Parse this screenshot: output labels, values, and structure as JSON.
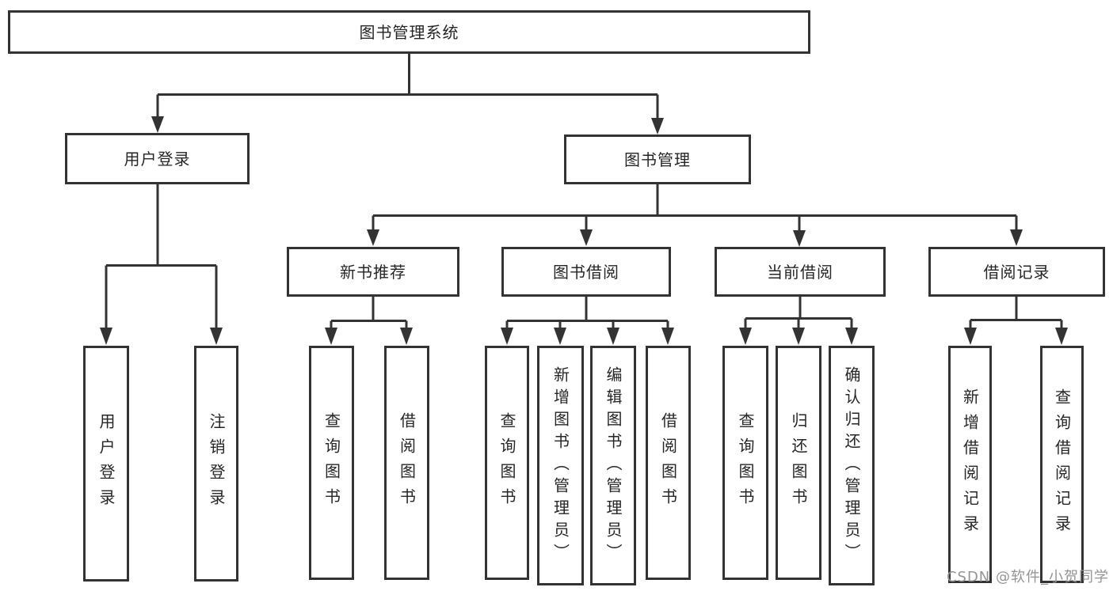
{
  "diagram": {
    "type": "hierarchy",
    "tree": {
      "root": {
        "label": "图书管理系统",
        "children": [
          {
            "label": "用户登录",
            "children": [
              {
                "label": "用户登录"
              },
              {
                "label": "注销登录"
              }
            ]
          },
          {
            "label": "图书管理",
            "children": [
              {
                "label": "新书推荐",
                "children": [
                  {
                    "label": "查询图书"
                  },
                  {
                    "label": "借阅图书"
                  }
                ]
              },
              {
                "label": "图书借阅",
                "children": [
                  {
                    "label": "查询图书"
                  },
                  {
                    "label": "新增图书（管理员）"
                  },
                  {
                    "label": "编辑图书（管理员）"
                  },
                  {
                    "label": "借阅图书"
                  }
                ]
              },
              {
                "label": "当前借阅",
                "children": [
                  {
                    "label": "查询图书"
                  },
                  {
                    "label": "归还图书"
                  },
                  {
                    "label": "确认归还（管理员）"
                  }
                ]
              },
              {
                "label": "借阅记录",
                "children": [
                  {
                    "label": "新增借阅记录"
                  },
                  {
                    "label": "查询借阅记录"
                  }
                ]
              }
            ]
          }
        ]
      }
    }
  },
  "watermark": {
    "text": "CSDN @软件_小贺同学"
  },
  "colors": {
    "line": "#333333",
    "box_border": "#333333",
    "text": "#262626",
    "watermark": "#949494",
    "background": "#ffffff"
  }
}
